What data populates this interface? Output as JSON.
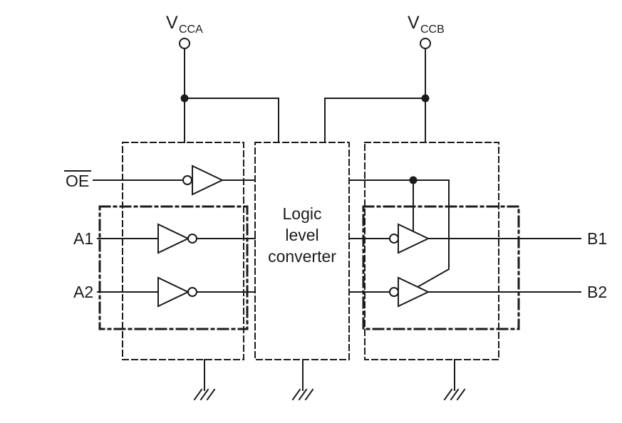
{
  "diagram": {
    "colors": {
      "ink": "#1b1b1b",
      "background": "#ffffff"
    },
    "power": {
      "vcca": {
        "main": "V",
        "sub": "CCA"
      },
      "vccb": {
        "main": "V",
        "sub": "CCB"
      }
    },
    "signals": {
      "oe": "OE",
      "a1": "A1",
      "a2": "A2",
      "b1": "B1",
      "b2": "B2"
    },
    "converter_label": {
      "line1": "Logic",
      "line2": "level",
      "line3": "converter"
    }
  }
}
